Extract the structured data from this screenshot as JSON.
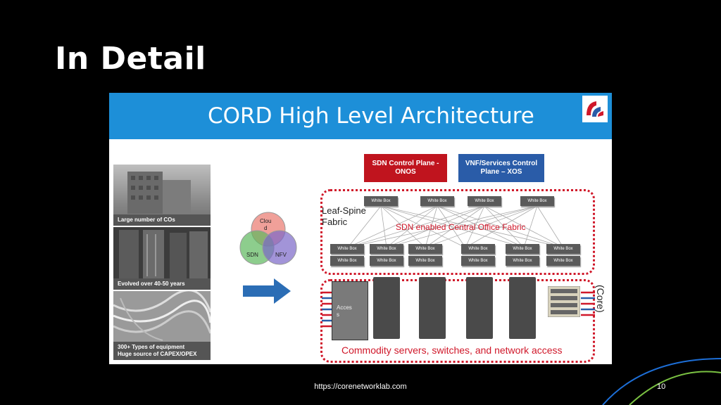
{
  "slide": {
    "title": "In Detail",
    "footer_url": "https://corenetworklab.com",
    "page_number": "10"
  },
  "figure": {
    "title": "CORD High Level Architecture",
    "photos": [
      {
        "label": "Large number of COs"
      },
      {
        "label": "Evolved over 40-50 years"
      },
      {
        "label_line1": "300+ Types of equipment",
        "label_line2": "Huge source of CAPEX/OPEX"
      }
    ],
    "venn": {
      "top": "Clou\nd",
      "left": "SDN",
      "right": "NFV"
    },
    "control_planes": [
      {
        "label": "SDN Control Plane - ONOS",
        "color": "#c0141e"
      },
      {
        "label": "VNF/Services Control Plane – XOS",
        "color": "#2a5ca8"
      }
    ],
    "fabric": {
      "leaf_spine_label": "Leaf-Spine\nFabric",
      "sdn_label": "SDN enabled Central Office Fabric",
      "white_box_label": "White Box"
    },
    "commodity_label": "Commodity servers, switches, and network access",
    "access_label": "Acces\ns",
    "core_label": "(Core)"
  },
  "colors": {
    "header_blue": "#1d8fd8",
    "dotted_red": "#d0182a",
    "arrow_blue": "#2b6db5"
  }
}
